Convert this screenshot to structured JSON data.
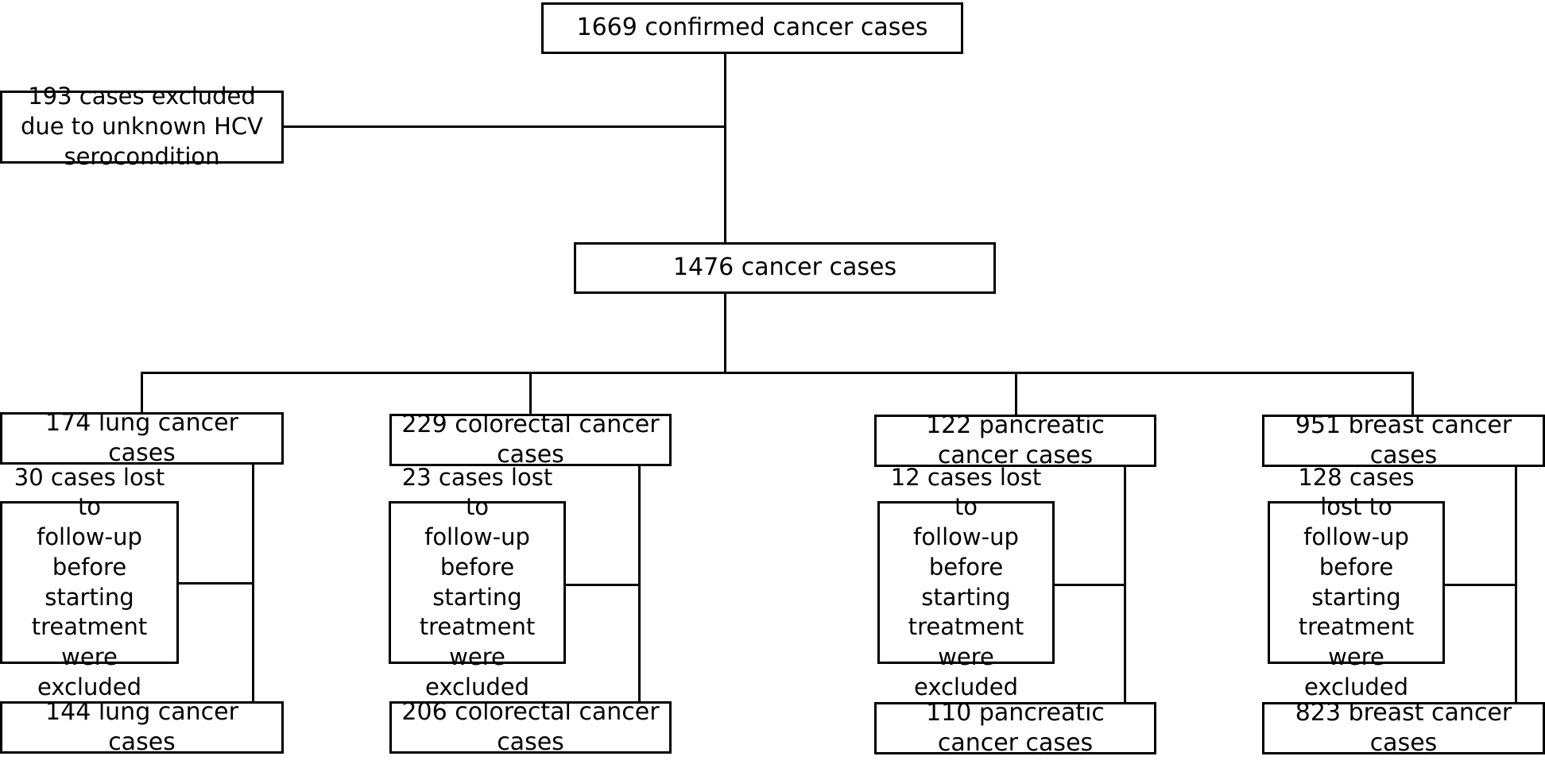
{
  "diagram": {
    "title": "Cancer case selection flowchart",
    "type": "flowchart",
    "stroke_color": "#000000",
    "background_color": "#ffffff",
    "nodes": {
      "total_cases": "1669 confirmed cancer cases",
      "excluded_serocondition": "193 cases excluded due to unknown HCV serocondition",
      "eligible_cases": "1476 cancer cases",
      "lung": {
        "initial": "174 lung cancer cases",
        "excluded_l1": "30 cases lost to",
        "excluded_l2": "follow-up before",
        "excluded_l3": "starting treatment",
        "excluded_l4": "were excluded",
        "final": "144 lung cancer cases"
      },
      "colorectal": {
        "initial": "229 colorectal cancer cases",
        "excluded_l1": "23 cases lost to",
        "excluded_l2": "follow-up before",
        "excluded_l3": "starting treatment",
        "excluded_l4": "were excluded",
        "final": "206 colorectal cancer cases"
      },
      "pancreatic": {
        "initial": "122 pancreatic cancer cases",
        "excluded_l1": "12 cases lost to",
        "excluded_l2": "follow-up before",
        "excluded_l3": "starting treatment",
        "excluded_l4": "were excluded",
        "final": "110 pancreatic cancer cases"
      },
      "breast": {
        "initial": "951 breast cancer cases",
        "excluded_l1": "128 cases lost to",
        "excluded_l2": "follow-up before",
        "excluded_l3": "starting treatment",
        "excluded_l4": "were excluded",
        "final": "823 breast cancer cases"
      }
    },
    "counts": {
      "confirmed": 1669,
      "excluded_unknown_hcv": 193,
      "eligible": 1476,
      "lung_initial": 174,
      "lung_excluded": 30,
      "lung_final": 144,
      "colorectal_initial": 229,
      "colorectal_excluded": 23,
      "colorectal_final": 206,
      "pancreatic_initial": 122,
      "pancreatic_excluded": 12,
      "pancreatic_final": 110,
      "breast_initial": 951,
      "breast_excluded": 128,
      "breast_final": 823
    }
  }
}
